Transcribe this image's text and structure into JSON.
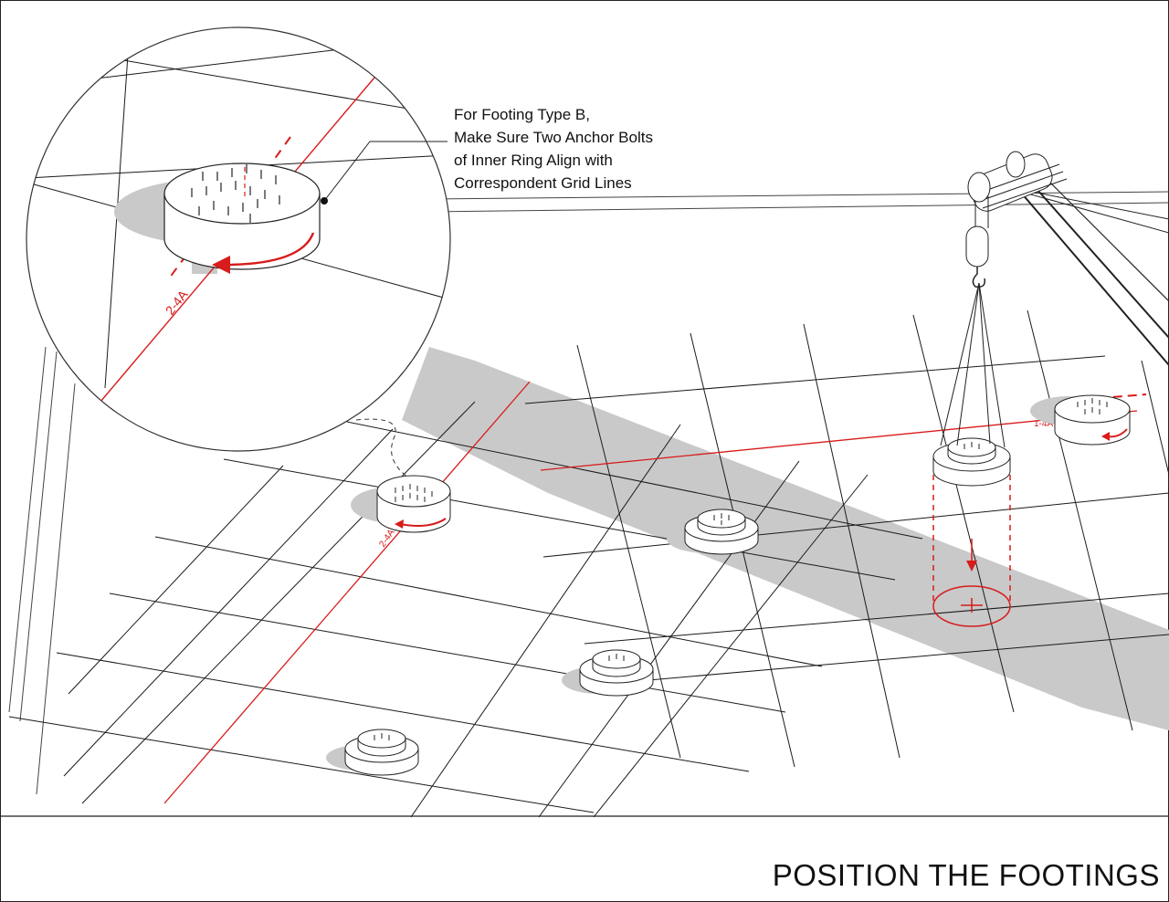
{
  "callout": {
    "line1": "For Footing Type B,",
    "line2": "Make Sure Two Anchor Bolts",
    "line3": "of Inner Ring Align with",
    "line4": "Correspondent Grid Lines"
  },
  "grid_labels": {
    "detail": "2-4A",
    "footing_b_left": "2-4A",
    "footing_b_right": "1-4A"
  },
  "sheet_title": "POSITION THE FOOTINGS",
  "colors": {
    "line": "#1a1a1a",
    "accent_red": "#d81b1b",
    "shadow": "#c8c8c8"
  },
  "icons": {
    "crane": "crane-hook-icon",
    "footing": "footing-icon",
    "arrow": "rotation-arrow-icon"
  }
}
